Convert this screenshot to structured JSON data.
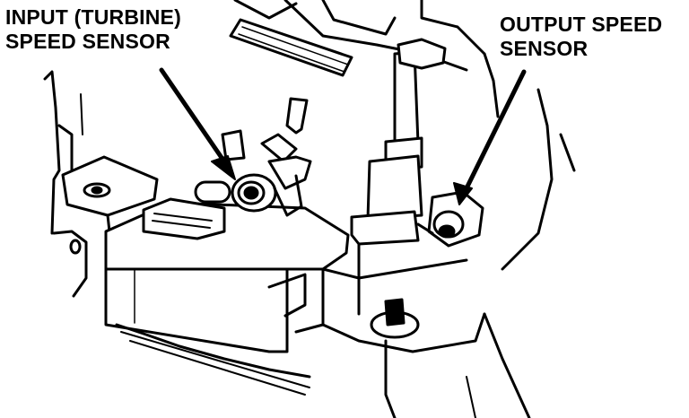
{
  "labels": {
    "input_sensor": {
      "line1": "INPUT (TURBINE)",
      "line2": "SPEED SENSOR"
    },
    "output_sensor": {
      "line1": "OUTPUT SPEED",
      "line2": "SENSOR"
    }
  },
  "colors": {
    "ink": "#000000",
    "paper": "#ffffff"
  }
}
